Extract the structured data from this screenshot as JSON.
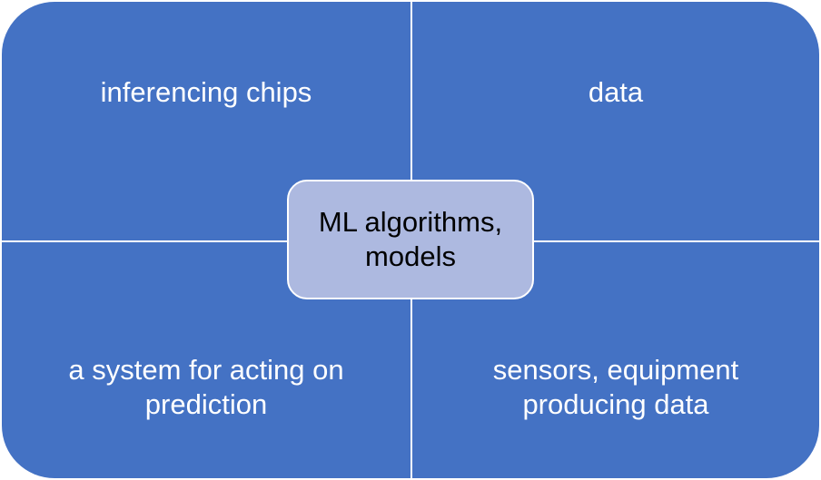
{
  "colors": {
    "quadrant_fill": "#4472C4",
    "center_fill": "#ADB9E0",
    "divider": "#FFFFFF",
    "quadrant_text": "#FFFFFF",
    "center_text": "#000000"
  },
  "quadrants": {
    "top_left": "inferencing chips",
    "top_right": "data",
    "bottom_left": "a system for acting on prediction",
    "bottom_right": "sensors, equipment producing data"
  },
  "center": {
    "label": "ML algorithms, models"
  }
}
